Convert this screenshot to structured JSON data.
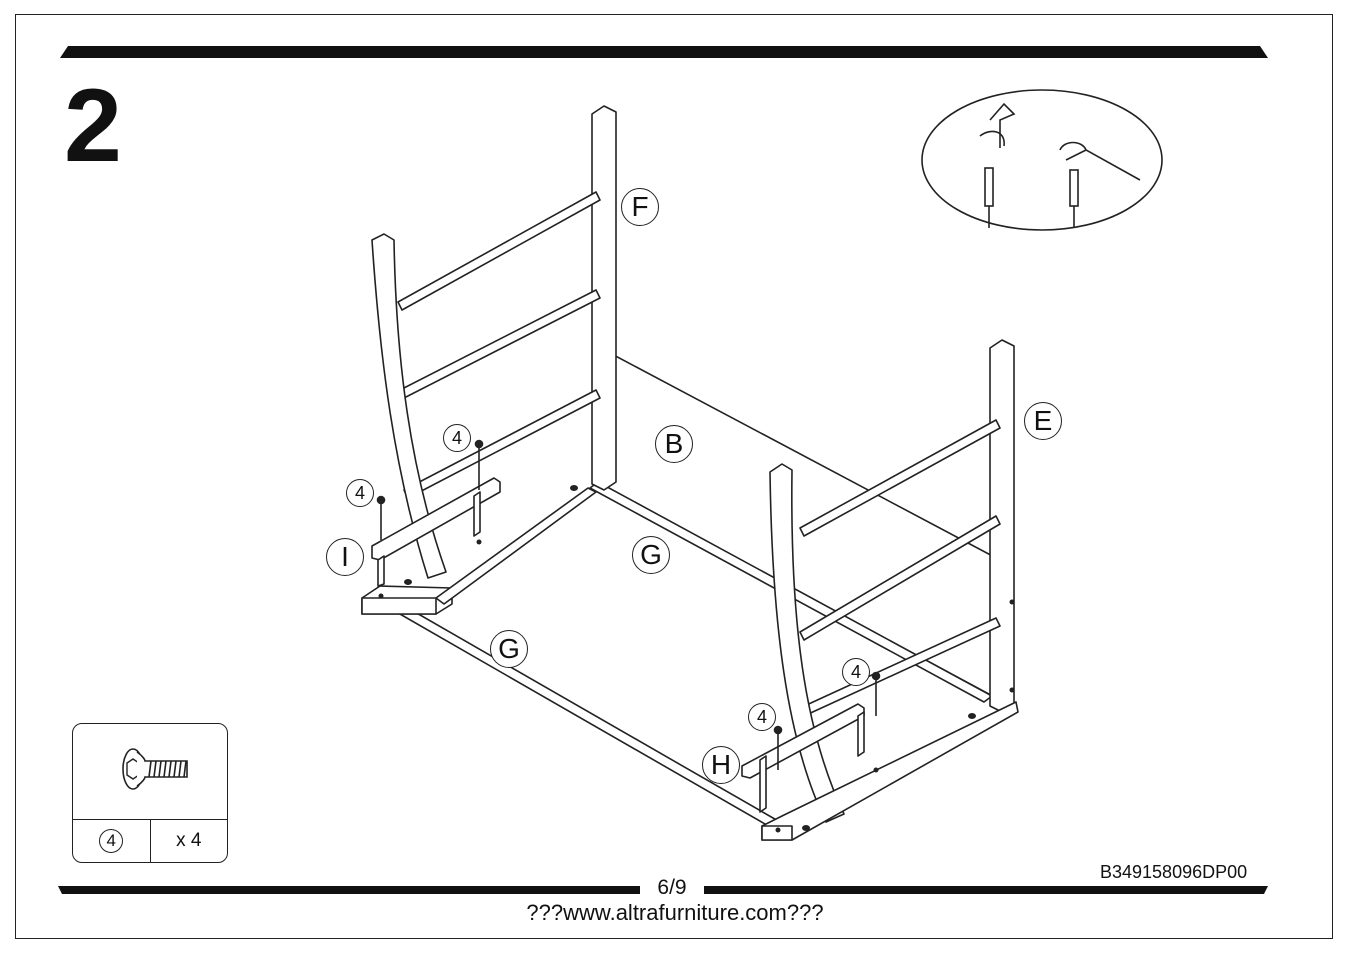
{
  "step": {
    "number": "2"
  },
  "footer": {
    "page": "6/9",
    "doc_code": "B349158096DP00",
    "website": "???www.altrafurniture.com???"
  },
  "hardware": {
    "part_number": "4",
    "quantity": "x 4",
    "icon": "bolt-icon"
  },
  "callouts": {
    "part_F": "F",
    "part_E": "E",
    "part_B": "B",
    "part_G_back": "G",
    "part_G_front": "G",
    "part_I": "I",
    "part_H": "H",
    "screw_1": "4",
    "screw_2": "4",
    "screw_3": "4",
    "screw_4": "4"
  },
  "detail_inset": {
    "icon": "allen-key-icon"
  }
}
